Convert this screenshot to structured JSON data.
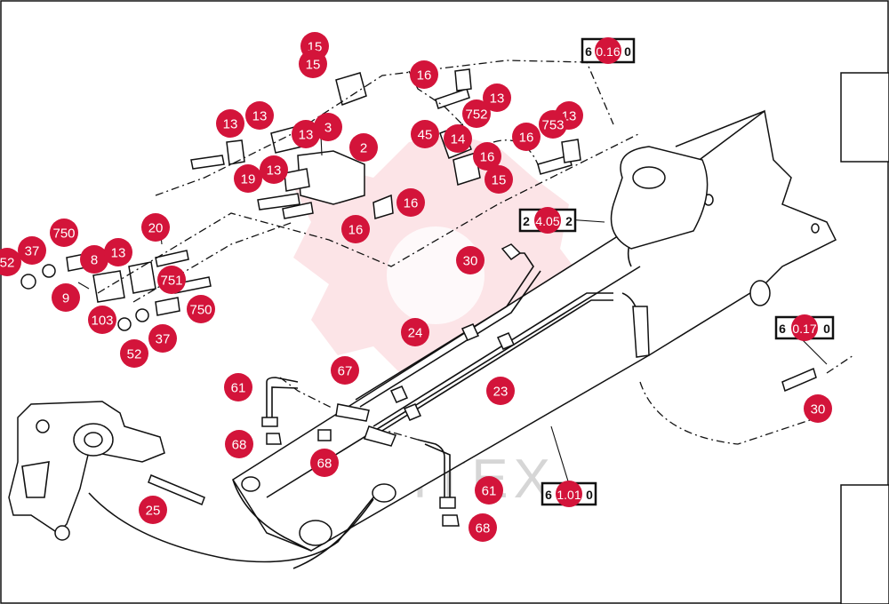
{
  "diagram": {
    "watermark_text": "ИНТЕХ",
    "callouts": [
      "15",
      "15",
      "16",
      "13",
      "752",
      "13",
      "16",
      "753",
      "13",
      "3",
      "13",
      "2",
      "45",
      "14",
      "16",
      "15",
      "13",
      "19",
      "16",
      "16",
      "13",
      "20",
      "750",
      "37",
      "52",
      "8",
      "13",
      "751",
      "9",
      "103",
      "750",
      "37",
      "52",
      "30",
      "24",
      "67",
      "61",
      "23",
      "68",
      "68",
      "61",
      "68",
      "25",
      "30"
    ],
    "refs": [
      {
        "prefix": "6",
        "num": "0.16",
        "suffix": "0"
      },
      {
        "prefix": "2",
        "num": "4.05",
        "suffix": "2"
      },
      {
        "prefix": "6",
        "num": "0.17",
        "suffix": "0"
      },
      {
        "prefix": "6",
        "num": "1.01",
        "suffix": "0"
      }
    ]
  }
}
